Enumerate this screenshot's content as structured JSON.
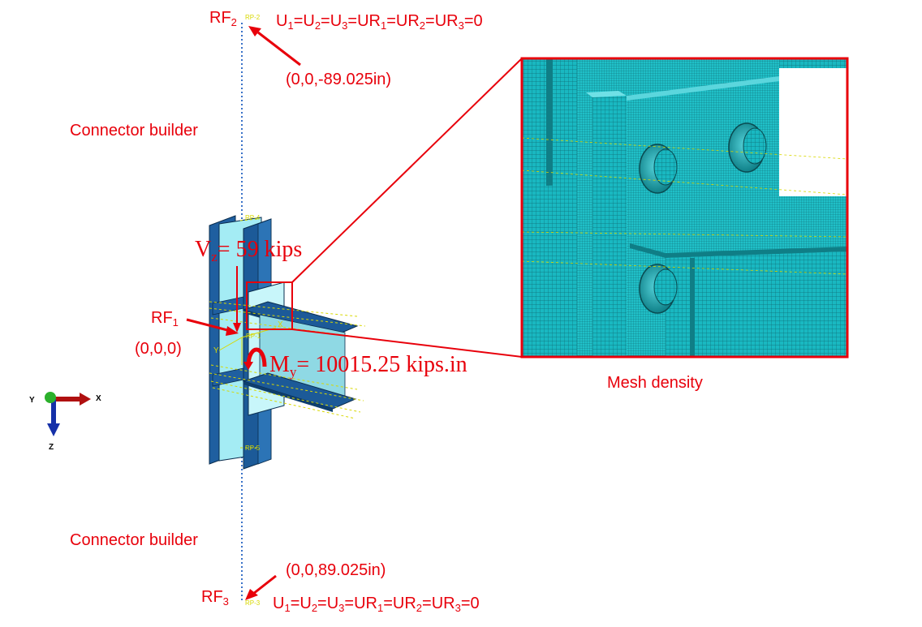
{
  "labels": {
    "rf2": {
      "base": "RF",
      "sub": "2"
    },
    "rf2_bc": "U<sub>1</sub>=U<sub>2</sub>=U<sub>3</sub>=UR<sub>1</sub>=UR<sub>2</sub>=UR<sub>3</sub>=0",
    "rf2_coord": "(0,0,-89.025in)",
    "connector_top": "Connector builder",
    "vz_base": "V",
    "vz_sub": "z",
    "vz_value": "= 59 kips",
    "rf1": {
      "base": "RF",
      "sub": "1"
    },
    "rf1_coord": "(0,0,0)",
    "my_base": "M",
    "my_sub": "y",
    "my_value": "= 10015.25 kips.in",
    "mesh_density": "Mesh density",
    "connector_bottom": "Connector builder",
    "rf3_coord": "(0,0,89.025in)",
    "rf3": {
      "base": "RF",
      "sub": "3"
    },
    "rf3_bc": "U<sub>1</sub>=U<sub>2</sub>=U<sub>3</sub>=UR<sub>1</sub>=UR<sub>2</sub>=UR<sub>3</sub>=0"
  },
  "model_tags": {
    "rp2": "RP-2",
    "rp4": "RP-4",
    "rp1": "RP-1",
    "rp5": "RP-5",
    "rp3": "RP-3",
    "x": "X",
    "y": "Y"
  },
  "triad": {
    "x": "X",
    "y": "Y",
    "z": "Z"
  },
  "colors": {
    "annotation": "#e8000b",
    "steel_dark": "#1f5fa0",
    "steel_light": "#9fe8f2",
    "mesh": "#1ab6bf",
    "tag": "#e6e600"
  }
}
